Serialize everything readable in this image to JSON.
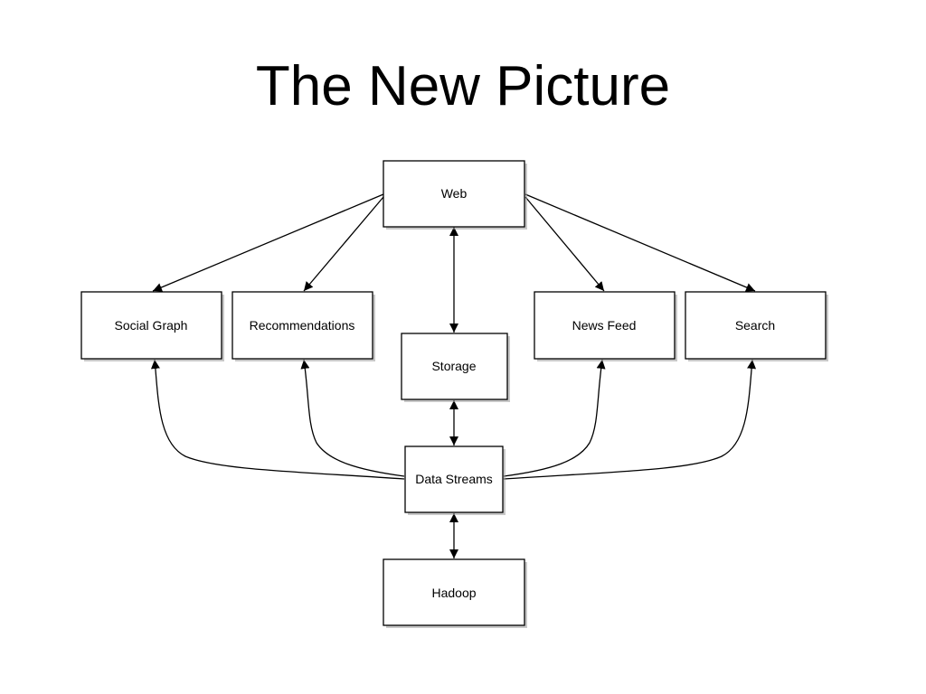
{
  "slide": {
    "title": "The New Picture"
  },
  "diagram": {
    "nodes": {
      "web": "Web",
      "social_graph": "Social Graph",
      "recommendations": "Recommendations",
      "storage": "Storage",
      "news_feed": "News Feed",
      "search": "Search",
      "data_streams": "Data Streams",
      "hadoop": "Hadoop"
    },
    "edges": [
      {
        "from": "Web",
        "to": "Social Graph",
        "direction": "one-way"
      },
      {
        "from": "Web",
        "to": "Recommendations",
        "direction": "one-way"
      },
      {
        "from": "Web",
        "to": "News Feed",
        "direction": "one-way"
      },
      {
        "from": "Web",
        "to": "Search",
        "direction": "one-way"
      },
      {
        "from": "Web",
        "to": "Storage",
        "direction": "two-way"
      },
      {
        "from": "Storage",
        "to": "Data Streams",
        "direction": "two-way"
      },
      {
        "from": "Data Streams",
        "to": "Hadoop",
        "direction": "two-way"
      },
      {
        "from": "Data Streams",
        "to": "Social Graph",
        "direction": "one-way"
      },
      {
        "from": "Data Streams",
        "to": "Recommendations",
        "direction": "one-way"
      },
      {
        "from": "Data Streams",
        "to": "News Feed",
        "direction": "one-way"
      },
      {
        "from": "Data Streams",
        "to": "Search",
        "direction": "one-way"
      }
    ]
  }
}
